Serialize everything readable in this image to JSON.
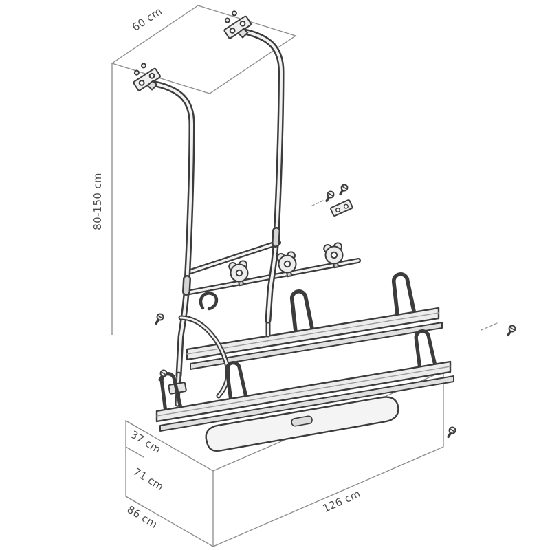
{
  "figure": {
    "type": "isometric-dimension-diagram",
    "subject": "rear-mounted bike carrier rack with wall brackets, vertical tubes, bike-holder knobs and two wheel trays",
    "labels": {
      "top_depth": "60 cm",
      "mount_height": "80-150 cm",
      "upper_offset": "37 cm",
      "lower_offset": "71 cm",
      "base_depth": "86 cm",
      "base_width": "126 cm"
    },
    "colors": {
      "background": "#ffffff",
      "artwork_line": "#3c3c3c",
      "dimension_line": "#8c8c8c",
      "label_text": "#4a4a4a"
    }
  }
}
